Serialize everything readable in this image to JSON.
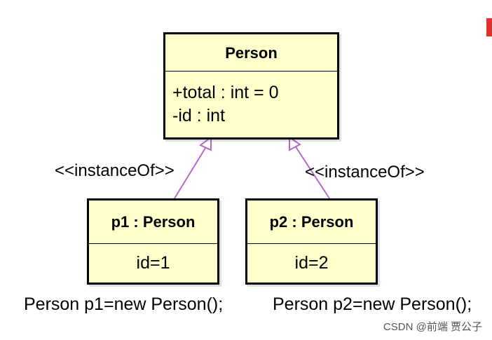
{
  "class_box": {
    "name": "Person",
    "attributes": [
      "+total : int = 0",
      "-id : int"
    ]
  },
  "objects": [
    {
      "title": "p1 : Person",
      "slot": "id=1",
      "code": "Person p1=new Person();"
    },
    {
      "title": "p2 : Person",
      "slot": "id=2",
      "code": "Person p2=new Person();"
    }
  ],
  "relations": [
    {
      "stereotype": "<<instanceOf>>"
    },
    {
      "stereotype": "<<instanceOf>>"
    }
  ],
  "watermark": "CSDN @前端 贾公子",
  "colors": {
    "box_fill": "#ffffcc",
    "arrow": "#b36ac6",
    "accent": "#e3312d"
  }
}
